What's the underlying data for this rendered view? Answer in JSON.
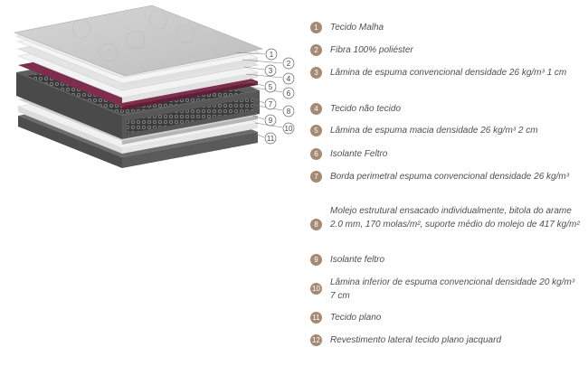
{
  "callouts": [
    "1",
    "2",
    "3",
    "4",
    "5",
    "6",
    "7",
    "8",
    "9",
    "10",
    "11"
  ],
  "items": [
    {
      "num": "1",
      "text": "Tecido Malha"
    },
    {
      "num": "2",
      "text": "Fibra 100% poliéster"
    },
    {
      "num": "3",
      "text": "Lâmina de espuma convencional densidade 26 kg/m³ 1 cm"
    },
    {
      "num": "4",
      "text": "Tecido não tecido"
    },
    {
      "num": "5",
      "text": "Lâmina de espuma macia densidade 26 kg/m³ 2 cm"
    },
    {
      "num": "6",
      "text": "Isolante Feltro"
    },
    {
      "num": "7",
      "text": "Borda perimetral espuma convencional densidade 26 kg/m³"
    },
    {
      "num": "8",
      "text": "Molejo estrutural ensacado individualmente, bitola do arame 2.0 mm, 170 molas/m², suporte médio do molejo de 417 kg/m²"
    },
    {
      "num": "9",
      "text": "Isolante feltro"
    },
    {
      "num": "10",
      "text": "Lâmina inferior de espuma convencional densidade 20 kg/m³ 7 cm"
    },
    {
      "num": "11",
      "text": "Tecido plano"
    },
    {
      "num": "12",
      "text": "Revestimento lateral tecido plano jacquard"
    }
  ]
}
